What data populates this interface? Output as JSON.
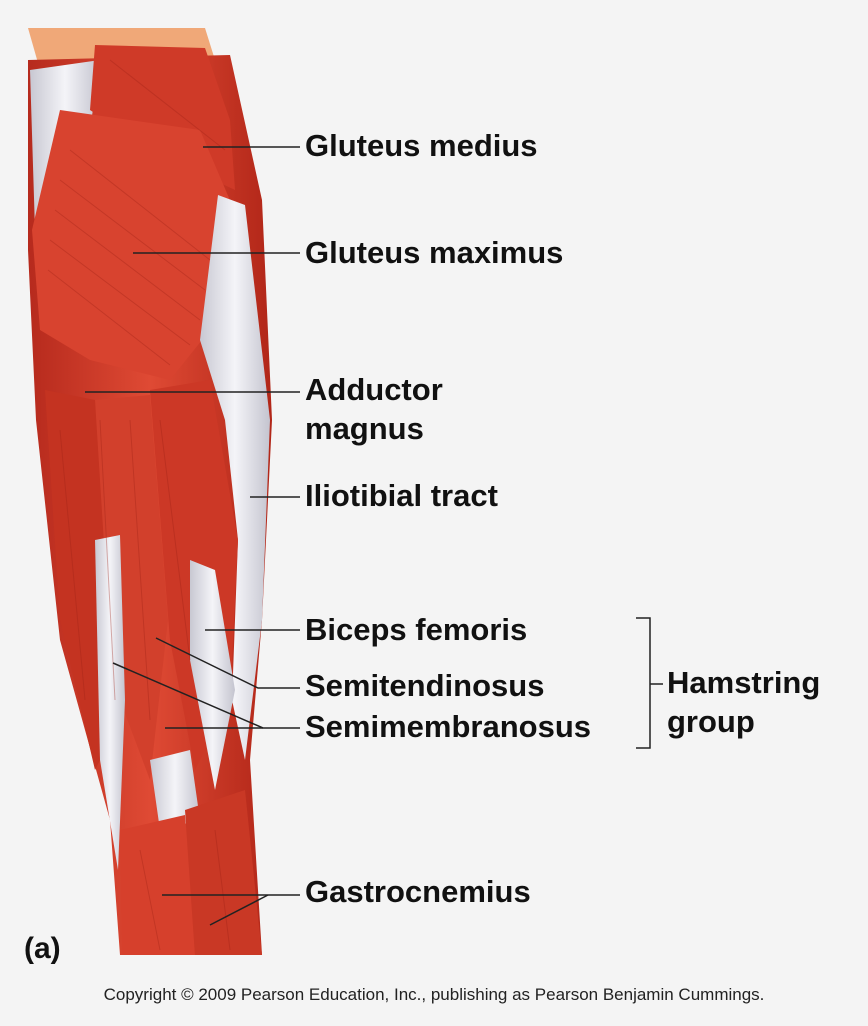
{
  "labels": {
    "gluteus_medius": "Gluteus medius",
    "gluteus_maximus": "Gluteus maximus",
    "adductor_magnus_1": "Adductor",
    "adductor_magnus_2": "magnus",
    "iliotibial_tract": "Iliotibial tract",
    "biceps_femoris": "Biceps femoris",
    "semitendinosus": "Semitendinosus",
    "semimembranosus": "Semimembranosus",
    "gastrocnemius": "Gastrocnemius",
    "hamstring_1": "Hamstring",
    "hamstring_2": "group"
  },
  "panel_label": "(a)",
  "copyright": "Copyright © 2009 Pearson Education, Inc., publishing as Pearson Benjamin Cummings.",
  "colors": {
    "muscle": "#d9402e",
    "muscle_dark": "#a8251a",
    "tendon": "#e6e6ec",
    "skin": "#f0a878",
    "background": "#f4f4f4"
  }
}
